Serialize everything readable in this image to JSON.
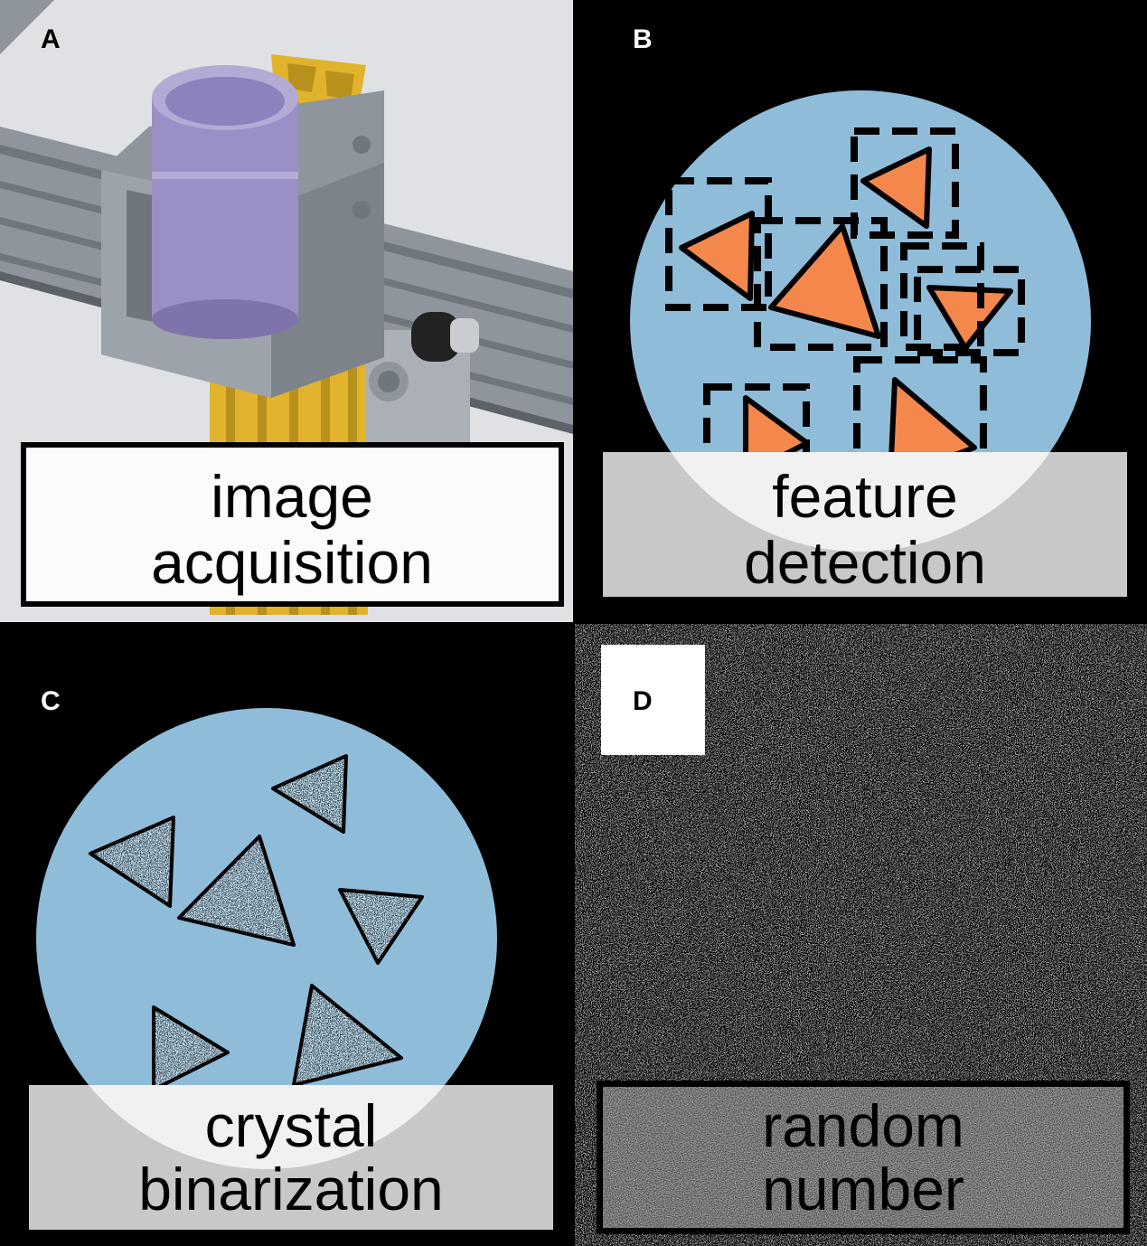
{
  "panels": [
    {
      "letter": "A",
      "caption_lines": [
        "image",
        "acquisition"
      ]
    },
    {
      "letter": "B",
      "caption_lines": [
        "feature",
        "detection"
      ]
    },
    {
      "letter": "C",
      "caption_lines": [
        "crystal",
        "binarization"
      ]
    },
    {
      "letter": "D",
      "caption_lines": [
        "random",
        "number"
      ]
    }
  ],
  "colors": {
    "background": "#000000",
    "dish": "#8fbcd8",
    "crystal": "#f4874b",
    "cad_background": "#dfe1e4",
    "clamp_grey": "#8e959c",
    "vial_purple": "#9a90c6",
    "gold": "#e1b32c",
    "caption_box": "#c8c8c8"
  },
  "icons": [
    "camera-mount-illustration",
    "crystal-triangle-icon",
    "bounding-box-icon",
    "noise-texture"
  ]
}
